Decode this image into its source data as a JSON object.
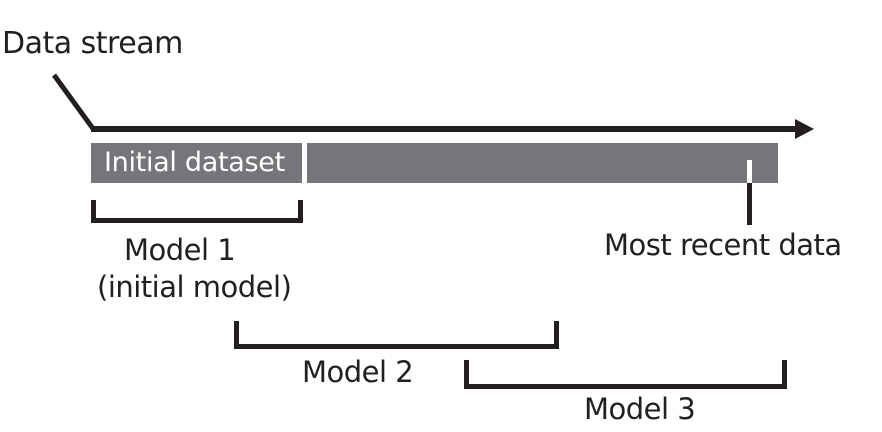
{
  "diagram": {
    "title_label": "Data stream",
    "bars": [
      {
        "name": "initial-dataset",
        "label": "Initial dataset",
        "color": "#76767a",
        "text_color": "#ffffff"
      },
      {
        "name": "incoming-stream",
        "label": "",
        "color": "#76767a",
        "text_color": "#ffffff"
      }
    ],
    "pointers": [
      {
        "name": "data-stream-pointer",
        "label": "Data stream"
      },
      {
        "name": "most-recent-data-pointer",
        "label": "Most recent data"
      }
    ],
    "brackets": [
      {
        "name": "model-1",
        "label": "Model 1",
        "sublabel": "(initial model)"
      },
      {
        "name": "model-2",
        "label": "Model 2",
        "sublabel": ""
      },
      {
        "name": "model-3",
        "label": "Model 3",
        "sublabel": ""
      }
    ],
    "labels": {
      "data_stream": "Data stream",
      "initial_dataset": "Initial dataset",
      "most_recent_data": "Most recent data",
      "model_1": "Model 1",
      "model_1_sub": "(initial model)",
      "model_2": "Model 2",
      "model_3": "Model 3"
    },
    "colors": {
      "bar_gray": "#76767a",
      "ink": "#231f20",
      "background": "#ffffff",
      "bar_text": "#ffffff"
    }
  }
}
